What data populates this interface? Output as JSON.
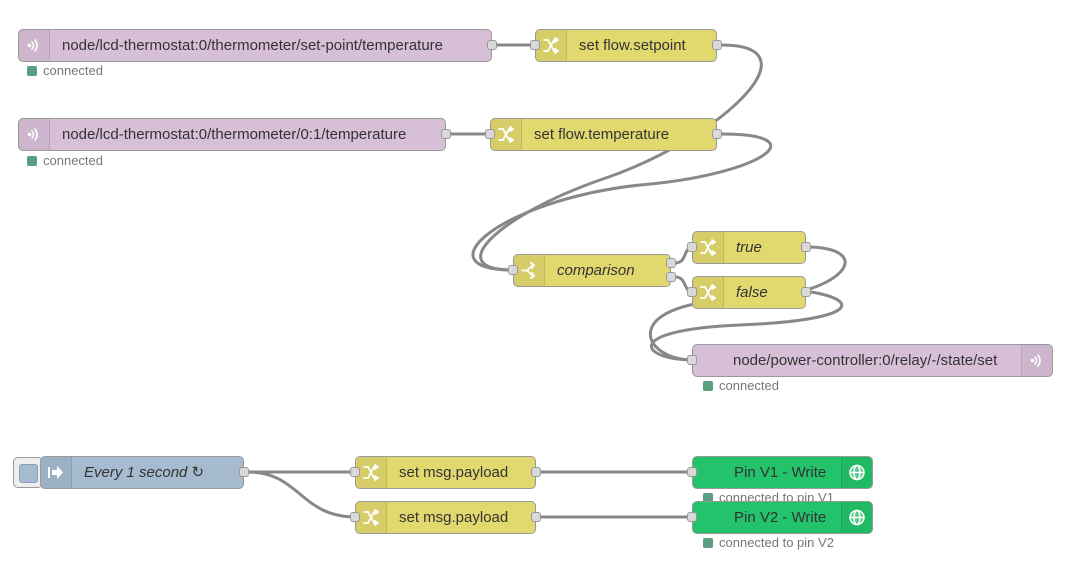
{
  "nodes": {
    "mqtt_setpoint": {
      "label": "node/lcd-thermostat:0/thermometer/set-point/temperature",
      "status": "connected",
      "icon": "wifi-signal-icon"
    },
    "mqtt_temperature": {
      "label": "node/lcd-thermostat:0/thermometer/0:1/temperature",
      "status": "connected",
      "icon": "wifi-signal-icon"
    },
    "change_setpoint": {
      "label": "set flow.setpoint",
      "icon": "shuffle-icon"
    },
    "change_temperature": {
      "label": "set flow.temperature",
      "icon": "shuffle-icon"
    },
    "switch_comparison": {
      "label": "comparison",
      "icon": "switch-icon"
    },
    "change_true": {
      "label": "true",
      "icon": "shuffle-icon"
    },
    "change_false": {
      "label": "false",
      "icon": "shuffle-icon"
    },
    "mqtt_relay": {
      "label": "node/power-controller:0/relay/-/state/set",
      "status": "connected",
      "icon": "wifi-signal-icon"
    },
    "inject": {
      "label": "Every 1 second ↻",
      "icon": "arrow-right-icon"
    },
    "change_payload1": {
      "label": "set msg.payload",
      "icon": "shuffle-icon"
    },
    "change_payload2": {
      "label": "set msg.payload",
      "icon": "shuffle-icon"
    },
    "blynk_v1": {
      "label": "Pin V1 - Write",
      "status": "connected to pin V1",
      "icon": "globe-icon"
    },
    "blynk_v2": {
      "label": "Pin V2 - Write",
      "status": "connected to pin V2",
      "icon": "globe-icon"
    }
  },
  "colors": {
    "mqtt": "#d8bfd8",
    "change": "#e2d96e",
    "inject": "#a6bbcf",
    "blynk": "#22c36a",
    "wire": "#888888",
    "status_connected": "#5a9e80"
  }
}
